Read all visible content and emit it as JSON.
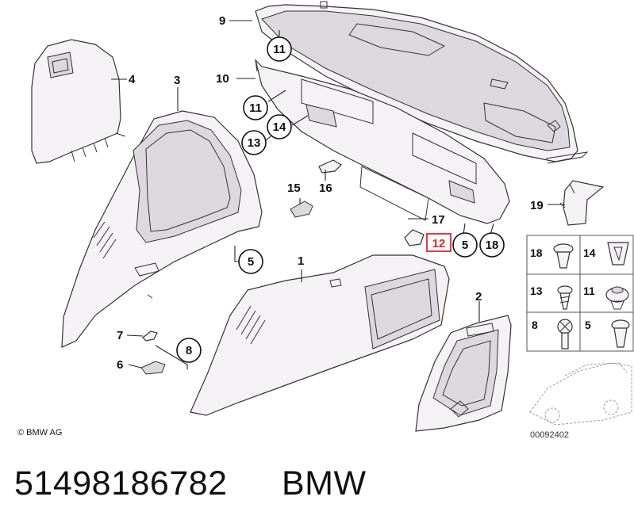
{
  "callouts": {
    "c9": "9",
    "c10": "10",
    "c4": "4",
    "c3": "3",
    "c15": "15",
    "c16": "16",
    "c17": "17",
    "c1": "1",
    "c2": "2",
    "c7": "7",
    "c6": "6",
    "c19": "19"
  },
  "circles": {
    "k11a": "11",
    "k11b": "11",
    "k14": "14",
    "k13": "13",
    "k5a": "5",
    "k8": "8",
    "k5b": "5",
    "k18": "18"
  },
  "highlighted": {
    "label": "12",
    "color": "#e8252b"
  },
  "legend": {
    "r18": "18",
    "r14": "14",
    "r13": "13",
    "r11": "11",
    "r8": "8",
    "r5": "5"
  },
  "copyright": "© BMW AG",
  "reference": "00092402",
  "footer": {
    "part_number": "51498186782",
    "brand": "BMW"
  }
}
